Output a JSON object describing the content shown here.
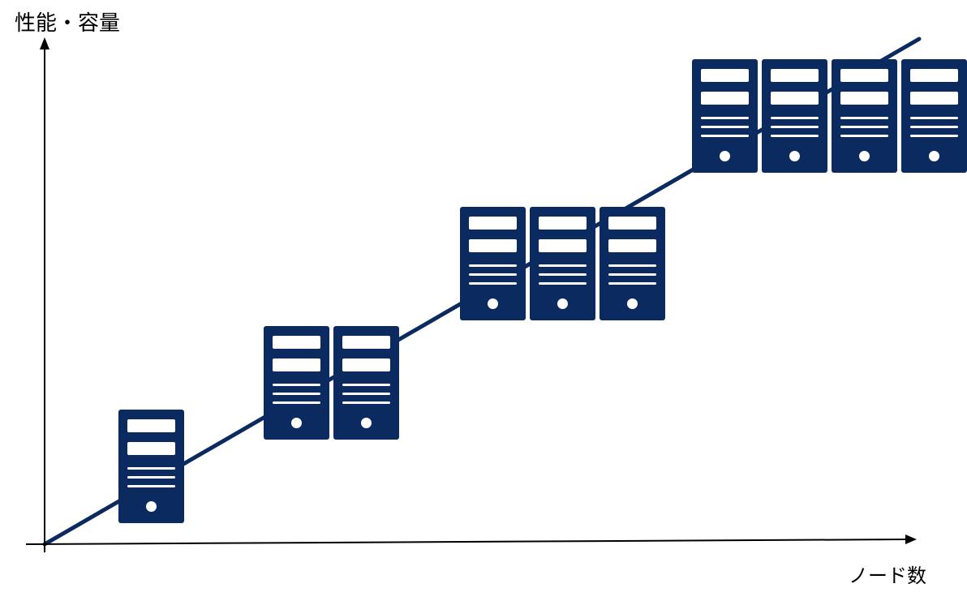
{
  "diagram": {
    "y_axis_label": "性能・容量",
    "x_axis_label": "ノード数",
    "line_color": "#0b2a5f",
    "server_color": "#0b2a5f",
    "groups": [
      {
        "node_count": 1
      },
      {
        "node_count": 2
      },
      {
        "node_count": 3
      },
      {
        "node_count": 4
      }
    ]
  }
}
